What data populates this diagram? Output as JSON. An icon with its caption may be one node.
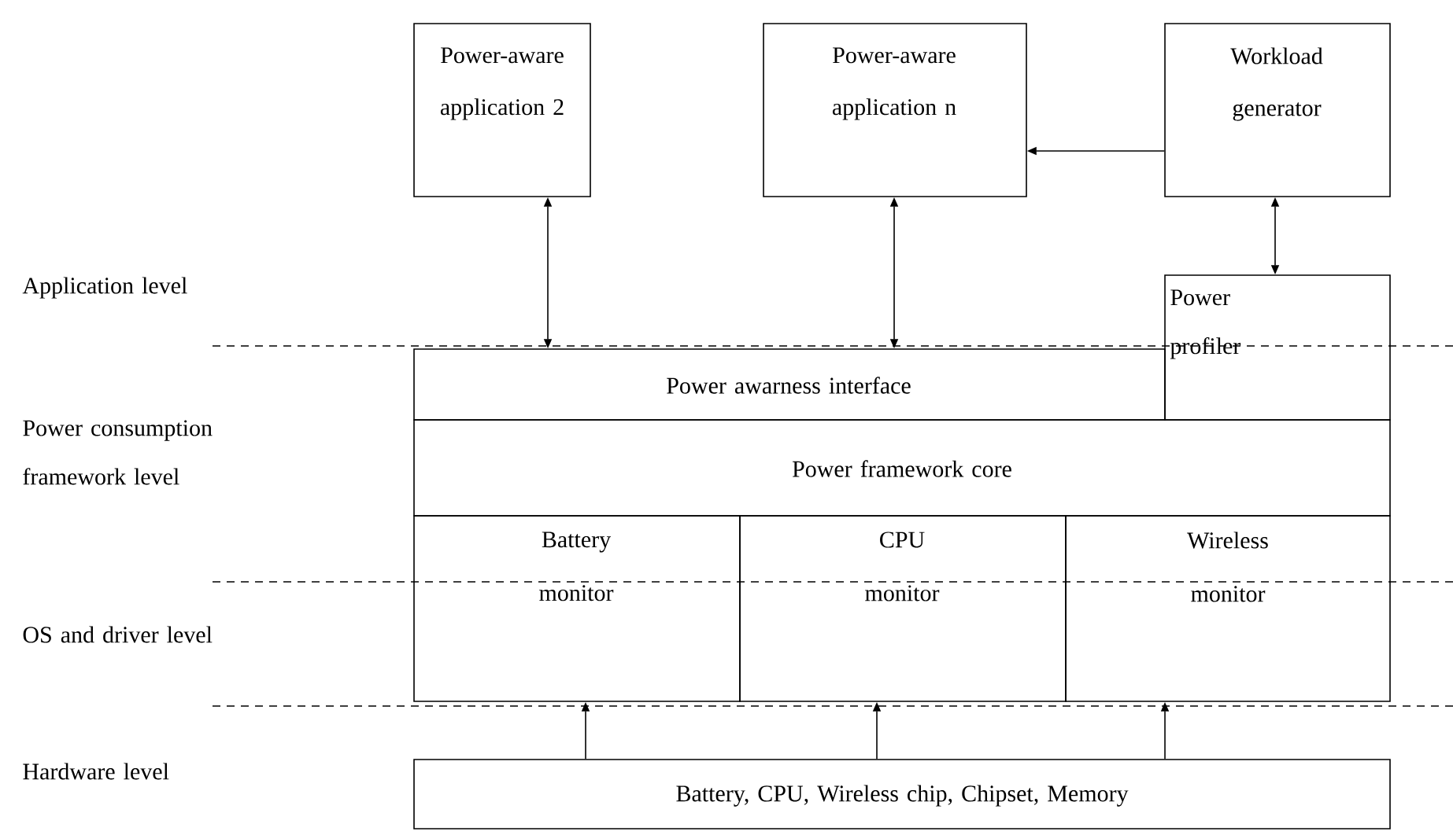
{
  "diagram": {
    "nodes": [
      {
        "text": [
          "Power-aware application 2"
        ]
      },
      {
        "text": [
          "Power-aware application n"
        ]
      },
      {
        "text": [
          "Workload generator"
        ]
      },
      {
        "text": [
          "Power profiler"
        ]
      },
      {
        "text": [
          "Power awarness interface"
        ]
      },
      {
        "text": [
          "Power framework core"
        ]
      },
      {
        "text": [
          "Battery monitor"
        ]
      },
      {
        "text": [
          "CPU monitor"
        ]
      },
      {
        "text": [
          "Wireless monitor"
        ]
      },
      {
        "text": [
          "Battery, CPU, Wireless chip, Chipset, Memory"
        ]
      }
    ],
    "edges": [
      {
        "from": 0,
        "to": 4,
        "arrow": "both"
      },
      {
        "from": 1,
        "to": 4,
        "arrow": "both"
      },
      {
        "from": 2,
        "to": 1,
        "arrow": "to"
      },
      {
        "from": 2,
        "to": 3,
        "arrow": "both"
      },
      {
        "from": 9,
        "to": 6,
        "arrow": "to"
      },
      {
        "from": 9,
        "to": 7,
        "arrow": "to"
      },
      {
        "from": 9,
        "to": 8,
        "arrow": "to"
      }
    ],
    "labels": [
      "Application level",
      "Power consumption framework level",
      "OS and driver level",
      "Hardware level"
    ]
  }
}
